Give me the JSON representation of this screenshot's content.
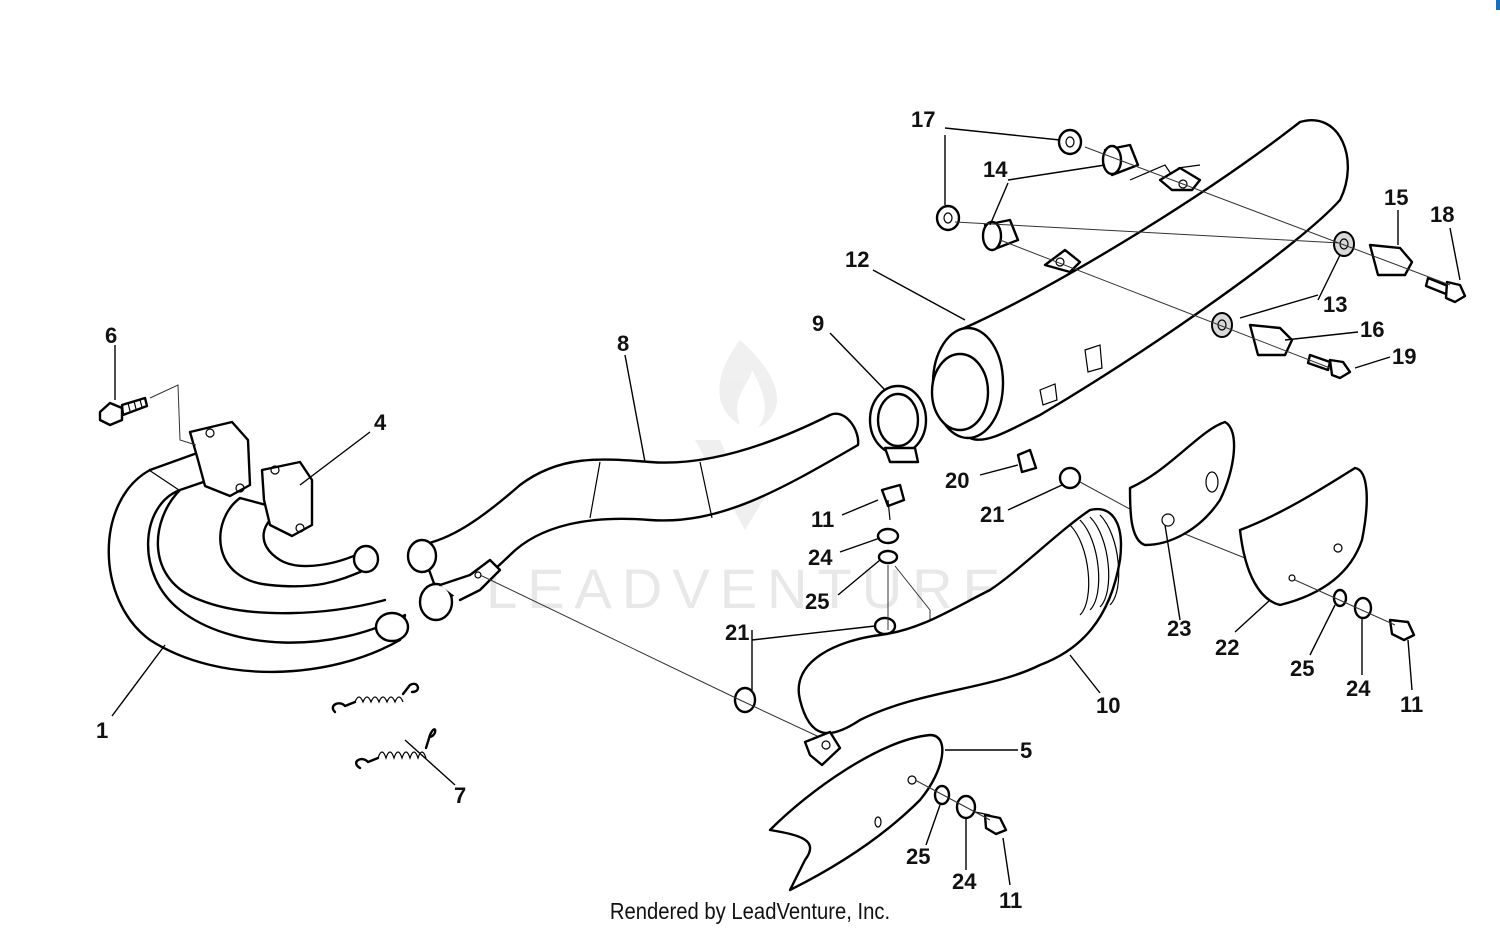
{
  "watermark": "LEADVENTURE",
  "footer": "Rendered by LeadVenture, Inc.",
  "callouts": {
    "c1": "1",
    "c4": "4",
    "c5": "5",
    "c6": "6",
    "c7": "7",
    "c8": "8",
    "c9": "9",
    "c10": "10",
    "c11a": "11",
    "c11b": "11",
    "c11c": "11",
    "c12": "12",
    "c13": "13",
    "c14": "14",
    "c15": "15",
    "c16": "16",
    "c17": "17",
    "c18": "18",
    "c19": "19",
    "c20": "20",
    "c21a": "21",
    "c21b": "21",
    "c22": "22",
    "c23": "23",
    "c24a": "24",
    "c24b": "24",
    "c24c": "24",
    "c25a": "25",
    "c25b": "25",
    "c25c": "25"
  }
}
